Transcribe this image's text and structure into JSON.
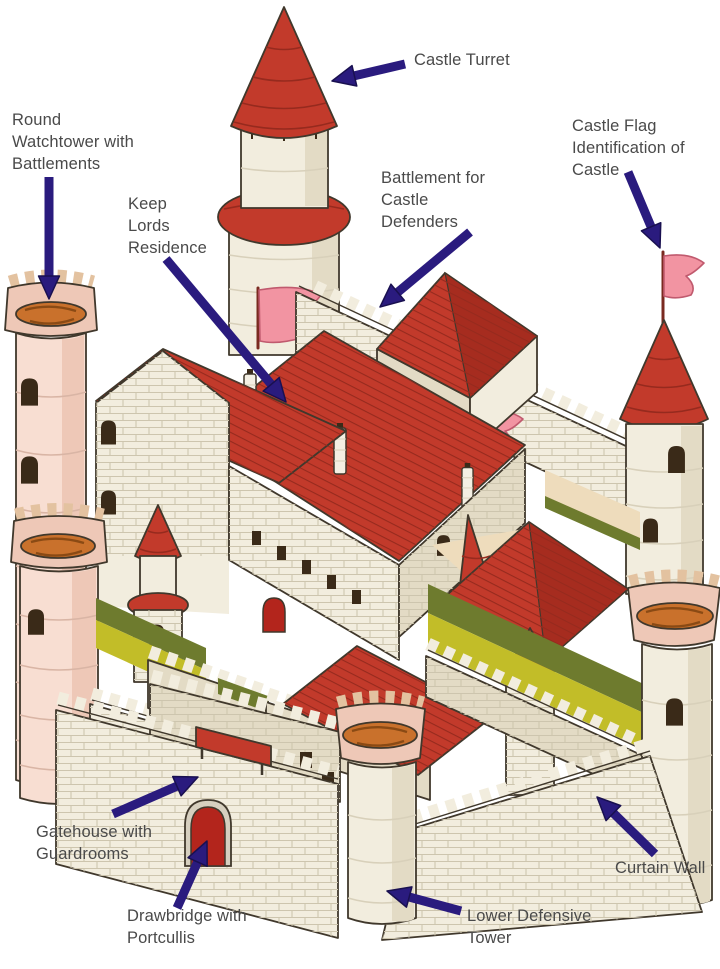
{
  "labels": {
    "castle_turret": "Castle Turret",
    "round_watchtower": "Round\nWatchtower with\nBattlements",
    "keep": "Keep\nLords\nResidence",
    "battlement": "Battlement for\nCastle\nDefenders",
    "castle_flag": "Castle Flag\nIdentification of\nCastle",
    "gatehouse": "Gatehouse with\nGuardrooms",
    "drawbridge": "Drawbridge with\nPortcullis",
    "lower_defensive_tower": "Lower Defensive\nTower",
    "curtain_wall": "Curtain Wall"
  },
  "palette": {
    "arrow": "#2a1b7e",
    "arrow_outline": "#191050",
    "label_text": "#4a4a4a",
    "wall_cream": "#f2edde",
    "wall_shade": "#e3dbc5",
    "mortar_line": "#cdc5ae",
    "pink_tower": "#f8ded2",
    "pink_shade": "#eec8b7",
    "pink_band": "#d9b5a5",
    "crenel_tan": "#e3c2a0",
    "wood": "#c9712c",
    "wood_dark": "#8a4a14",
    "roof_red": "#c23a2b",
    "roof_dark": "#a62c1f",
    "roof_rib": "#962a1e",
    "flag_pink": "#f294a2",
    "flag_dark": "#c05a6e",
    "grass_olive": "#6e7b2e",
    "grass_yellow": "#c2bd28",
    "window_dark": "#3a2a18",
    "door_red": "#b3251c",
    "outline": "#40382c",
    "background": "#ffffff"
  }
}
